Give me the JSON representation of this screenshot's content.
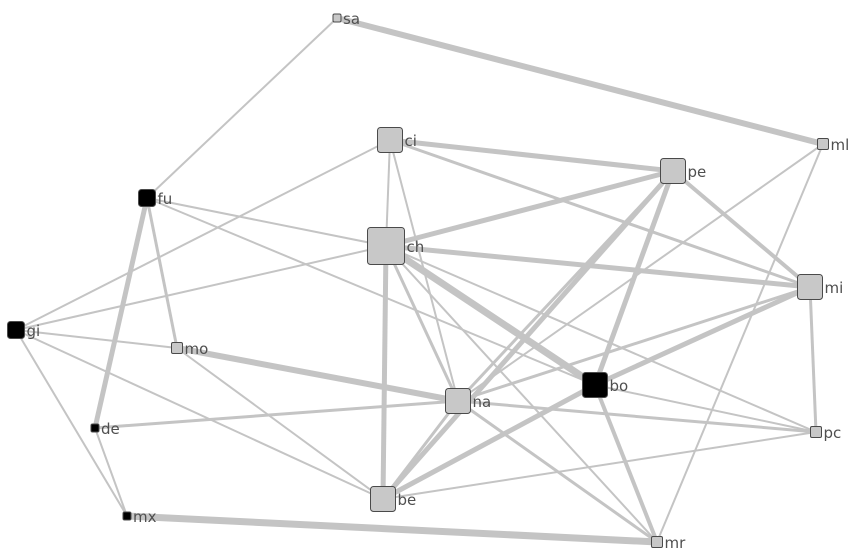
{
  "graph": {
    "nodes": [
      {
        "id": "sa",
        "label": "sa",
        "size": "tiny",
        "fill": "#c8c8c8"
      },
      {
        "id": "ml",
        "label": "ml",
        "size": "xsmall",
        "fill": "#c8c8c8"
      },
      {
        "id": "ci",
        "label": "ci",
        "size": "medium",
        "fill": "#c8c8c8"
      },
      {
        "id": "pe",
        "label": "pe",
        "size": "medium",
        "fill": "#c8c8c8"
      },
      {
        "id": "fu",
        "label": "fu",
        "size": "small",
        "fill": "#000000"
      },
      {
        "id": "ch",
        "label": "ch",
        "size": "large",
        "fill": "#c8c8c8"
      },
      {
        "id": "mi",
        "label": "mi",
        "size": "medium",
        "fill": "#c8c8c8"
      },
      {
        "id": "gi",
        "label": "gi",
        "size": "small",
        "fill": "#000000"
      },
      {
        "id": "mo",
        "label": "mo",
        "size": "xsmall",
        "fill": "#c8c8c8"
      },
      {
        "id": "bo",
        "label": "bo",
        "size": "medium",
        "fill": "#000000"
      },
      {
        "id": "na",
        "label": "na",
        "size": "medium",
        "fill": "#c8c8c8"
      },
      {
        "id": "de",
        "label": "de",
        "size": "tiny",
        "fill": "#000000"
      },
      {
        "id": "pc",
        "label": "pc",
        "size": "xsmall",
        "fill": "#c8c8c8"
      },
      {
        "id": "be",
        "label": "be",
        "size": "medium",
        "fill": "#c8c8c8"
      },
      {
        "id": "mx",
        "label": "mx",
        "size": "tiny",
        "fill": "#000000"
      },
      {
        "id": "mr",
        "label": "mr",
        "size": "xsmall",
        "fill": "#c8c8c8"
      }
    ],
    "edges": [
      {
        "source": "sa",
        "target": "ml",
        "weight": 6
      },
      {
        "source": "sa",
        "target": "fu",
        "weight": 2
      },
      {
        "source": "ml",
        "target": "na",
        "weight": 2
      },
      {
        "source": "ml",
        "target": "mr",
        "weight": 2
      },
      {
        "source": "ci",
        "target": "pe",
        "weight": 5
      },
      {
        "source": "ci",
        "target": "mi",
        "weight": 3
      },
      {
        "source": "ci",
        "target": "ch",
        "weight": 2
      },
      {
        "source": "ci",
        "target": "na",
        "weight": 2
      },
      {
        "source": "ci",
        "target": "gi",
        "weight": 2
      },
      {
        "source": "pe",
        "target": "ch",
        "weight": 5
      },
      {
        "source": "pe",
        "target": "mi",
        "weight": 4
      },
      {
        "source": "pe",
        "target": "bo",
        "weight": 5
      },
      {
        "source": "pe",
        "target": "na",
        "weight": 3
      },
      {
        "source": "pe",
        "target": "be",
        "weight": 5
      },
      {
        "source": "fu",
        "target": "de",
        "weight": 5
      },
      {
        "source": "fu",
        "target": "mo",
        "weight": 3
      },
      {
        "source": "fu",
        "target": "ch",
        "weight": 2
      },
      {
        "source": "fu",
        "target": "bo",
        "weight": 2
      },
      {
        "source": "ch",
        "target": "mi",
        "weight": 5
      },
      {
        "source": "ch",
        "target": "bo",
        "weight": 7
      },
      {
        "source": "ch",
        "target": "be",
        "weight": 5
      },
      {
        "source": "ch",
        "target": "na",
        "weight": 3
      },
      {
        "source": "ch",
        "target": "gi",
        "weight": 2
      },
      {
        "source": "ch",
        "target": "mr",
        "weight": 2
      },
      {
        "source": "ch",
        "target": "pc",
        "weight": 2
      },
      {
        "source": "mi",
        "target": "bo",
        "weight": 5
      },
      {
        "source": "mi",
        "target": "na",
        "weight": 3
      },
      {
        "source": "mi",
        "target": "pc",
        "weight": 3
      },
      {
        "source": "gi",
        "target": "mo",
        "weight": 2
      },
      {
        "source": "gi",
        "target": "be",
        "weight": 2
      },
      {
        "source": "gi",
        "target": "mx",
        "weight": 2
      },
      {
        "source": "mo",
        "target": "na",
        "weight": 6
      },
      {
        "source": "mo",
        "target": "be",
        "weight": 2
      },
      {
        "source": "bo",
        "target": "be",
        "weight": 5
      },
      {
        "source": "bo",
        "target": "mr",
        "weight": 4
      },
      {
        "source": "bo",
        "target": "pc",
        "weight": 2
      },
      {
        "source": "na",
        "target": "de",
        "weight": 3
      },
      {
        "source": "na",
        "target": "be",
        "weight": 3
      },
      {
        "source": "na",
        "target": "mr",
        "weight": 3
      },
      {
        "source": "na",
        "target": "pc",
        "weight": 3
      },
      {
        "source": "be",
        "target": "pc",
        "weight": 2
      },
      {
        "source": "de",
        "target": "mx",
        "weight": 2
      },
      {
        "source": "mx",
        "target": "mr",
        "weight": 7
      }
    ]
  }
}
